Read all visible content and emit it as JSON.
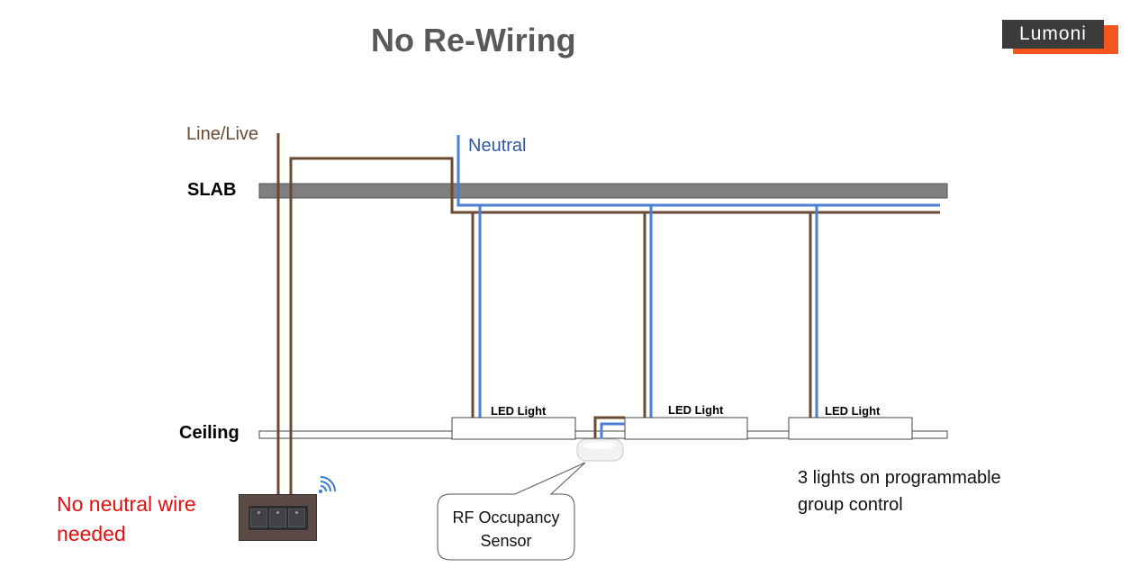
{
  "title": "No Re-Wiring",
  "logo": {
    "text": "Lumoni"
  },
  "labels": {
    "line_live": "Line/Live",
    "neutral": "Neutral",
    "slab": "SLAB",
    "ceiling": "Ceiling"
  },
  "lights": [
    {
      "label": "LED Light"
    },
    {
      "label": "LED Light"
    },
    {
      "label": "LED Light"
    }
  ],
  "sensor": {
    "line1": "RF Occupancy",
    "line2": "Sensor"
  },
  "notes": {
    "no_neutral_line1": "No neutral wire",
    "no_neutral_line2": "needed",
    "group_line1": "3 lights on programmable",
    "group_line2": "group control"
  },
  "colors": {
    "live_wire": "#6b4a34",
    "neutral_wire": "#4a7fd4",
    "slab": "#7f7f7f",
    "note_red": "#e31010",
    "logo_accent": "#f4561d"
  },
  "icons": [
    "wifi-signal-icon",
    "wall-switch-icon",
    "occupancy-sensor-icon"
  ]
}
